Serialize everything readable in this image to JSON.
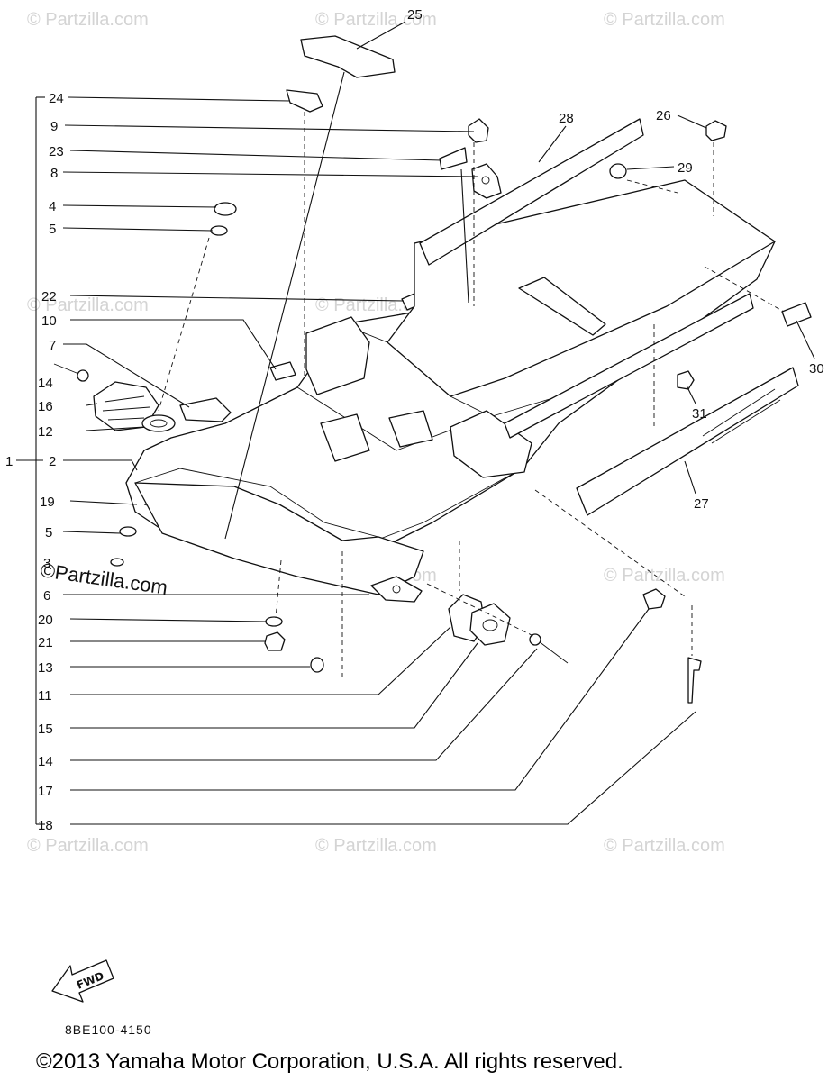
{
  "watermarks": {
    "text": "© Partzilla.com",
    "overlay_text": "©Partzilla.com"
  },
  "labels": {
    "l1": "1",
    "l2": "2",
    "l3": "3",
    "l4": "4",
    "l5a": "5",
    "l5b": "5",
    "l6": "6",
    "l7": "7",
    "l8": "8",
    "l9": "9",
    "l10": "10",
    "l11": "11",
    "l12": "12",
    "l13": "13",
    "l14a": "14",
    "l14b": "14",
    "l15": "15",
    "l16": "16",
    "l17": "17",
    "l18": "18",
    "l19": "19",
    "l20": "20",
    "l21": "21",
    "l22": "22",
    "l23": "23",
    "l24": "24",
    "l25": "25",
    "l26": "26",
    "l27": "27",
    "l28": "28",
    "l29": "29",
    "l30": "30",
    "l31": "31"
  },
  "fwd_badge": "FWD",
  "diagram_code": "8BE100-4150",
  "copyright": "©2013 Yamaha Motor Corporation, U.S.A. All rights reserved."
}
